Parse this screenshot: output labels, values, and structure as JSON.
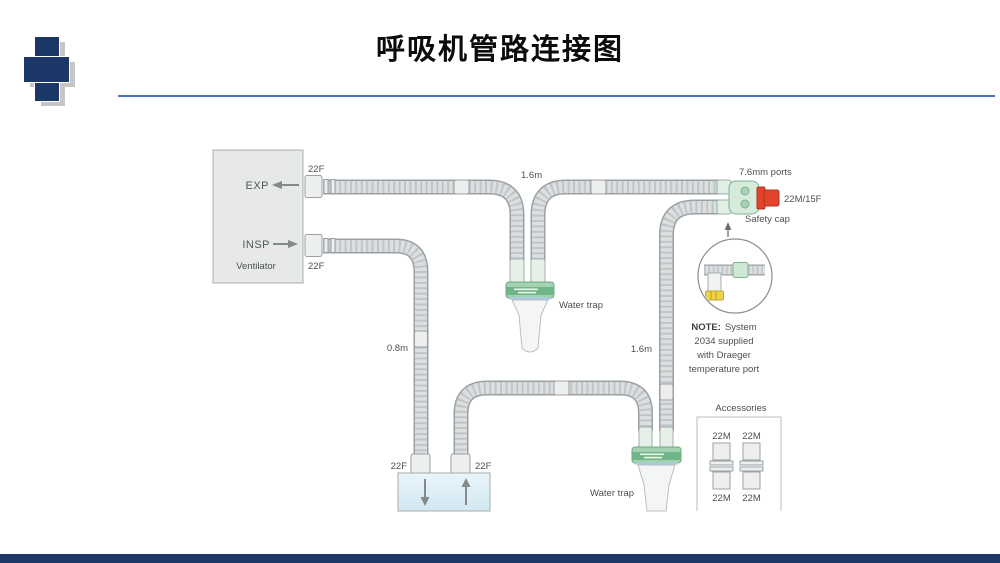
{
  "slide": {
    "title": "呼吸机管路连接图"
  },
  "colors": {
    "accent_navy": "#1b3768",
    "rule_blue": "#4a73c4",
    "safety_cap_red": "#e2432b",
    "circuit_green": "#a3d2b1",
    "temp_port_yellow": "#ecd24f"
  },
  "diagram": {
    "ventilator": {
      "exp": "EXP",
      "insp": "INSP",
      "name": "Ventilator"
    },
    "ports": {
      "exp": "22F",
      "insp": "22F",
      "hum_in": "22F",
      "hum_out": "22F"
    },
    "lengths": {
      "exp_limb": "1.6m",
      "insp_down": "0.8m",
      "insp_limb": "1.6m"
    },
    "water_traps": [
      "Water trap",
      "Water trap"
    ],
    "wye": {
      "ports": "7.6mm ports",
      "cap": "22M/15F",
      "safety": "Safety cap"
    },
    "note": {
      "bold": "NOTE:",
      "l1": "System",
      "l2": "2034 supplied",
      "l3": "with Draeger",
      "l4": "temperature port"
    },
    "accessories": {
      "title": "Accessories",
      "labels": [
        "22M",
        "22M",
        "22M",
        "22M"
      ]
    }
  }
}
